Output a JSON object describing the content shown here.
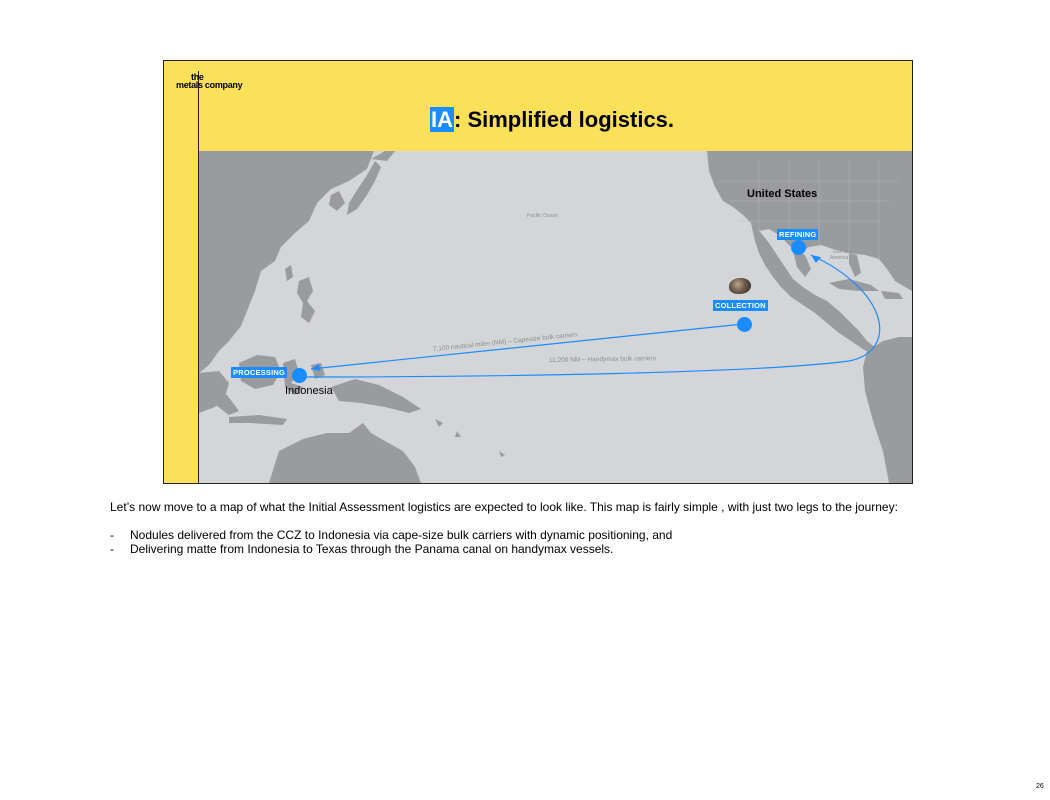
{
  "slide": {
    "logo_small": "the",
    "logo_main": "metals company",
    "title_highlight": "IA",
    "title_rest": ": Simplified logistics."
  },
  "map": {
    "ocean_label": "Pacific Ocean",
    "gulf_label_1": "Gulf of",
    "gulf_label_2": "America",
    "united_states": "United States",
    "indonesia": "Indonesia",
    "tags": {
      "refining": "REFINING",
      "collection": "COLLECTION",
      "processing": "PROCESSING"
    },
    "routes": {
      "capesize": "7,100 nautical miles (NM) – Capesize bulk carriers",
      "handymax": "11,200 NM – Handymax bulk carriers"
    },
    "colors": {
      "accent": "#1a8cff",
      "banner": "#fde05a",
      "land": "#9a9b9e",
      "ocean": "#d4d5d8"
    }
  },
  "notes": {
    "intro": "Let’s now move to a map of what the Initial Assessment logistics are expected to look like.  This map is fairly simple , with just two legs to the journey:",
    "items": [
      "Nodules delivered from the CCZ to Indonesia via cape-size bulk carriers with dynamic positioning, and",
      "Delivering matte from Indonesia to Texas through the Panama canal on handymax vessels."
    ]
  },
  "page_number": "26"
}
